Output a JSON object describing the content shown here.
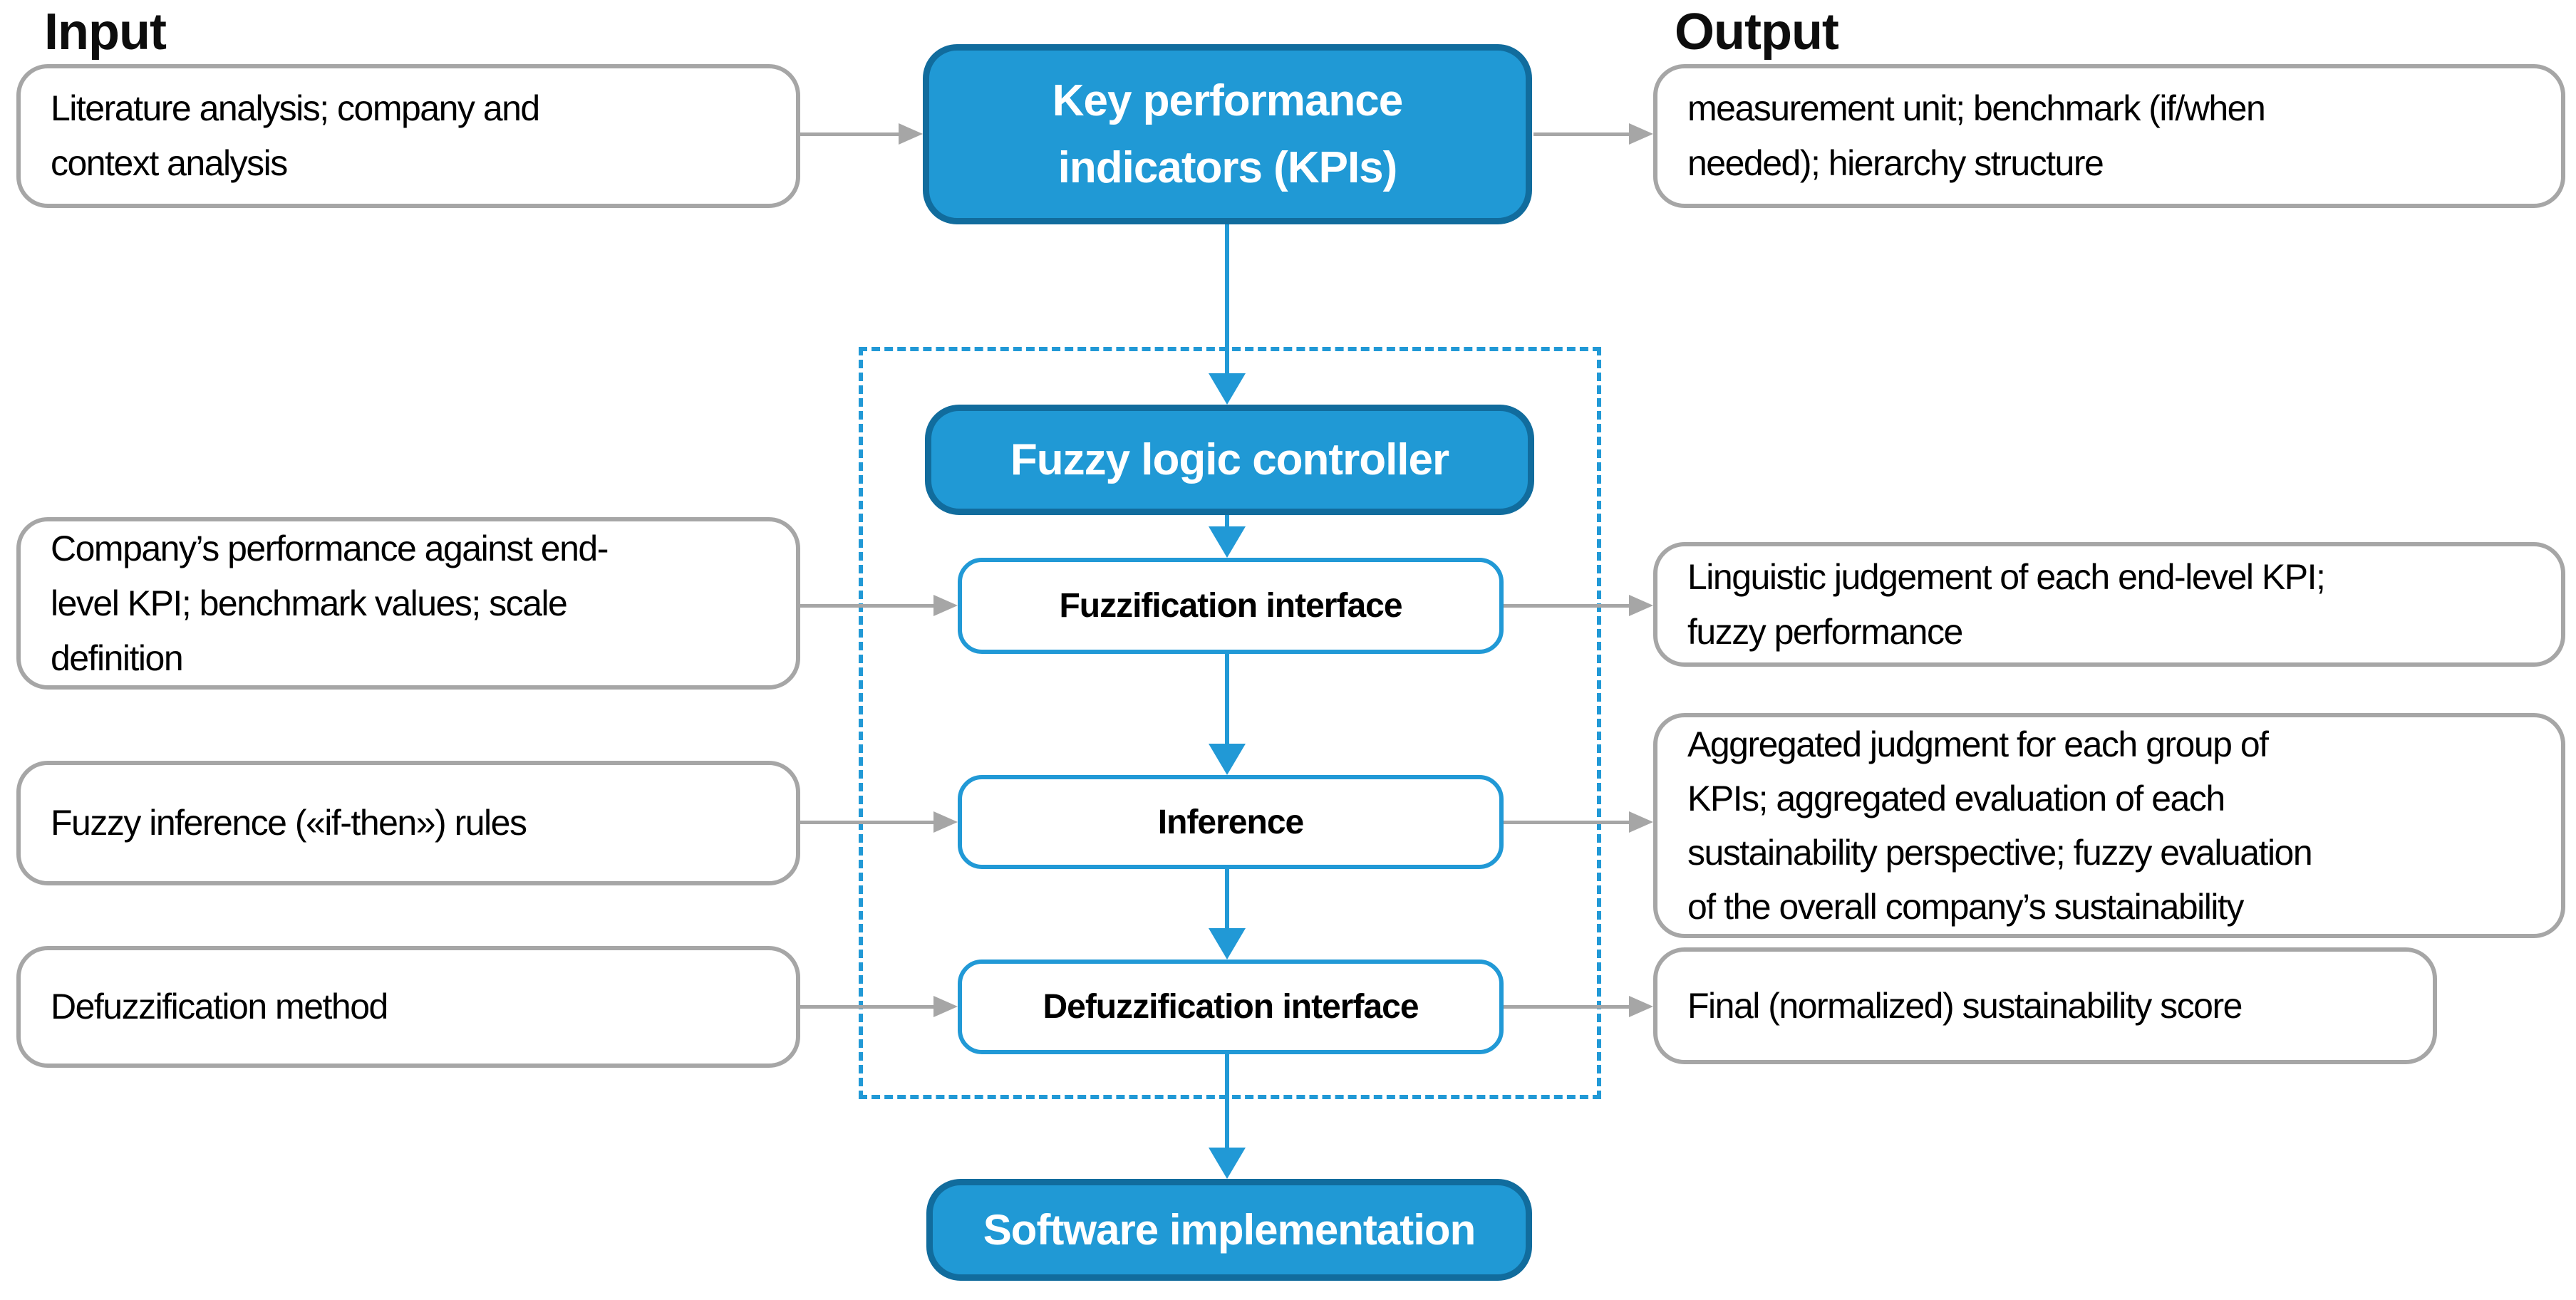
{
  "headings": {
    "input": "Input",
    "output": "Output"
  },
  "inputs": [
    {
      "lines": [
        "Literature analysis; company and",
        "context analysis"
      ]
    },
    {
      "lines": [
        "Company’s performance against end-",
        "level KPI; benchmark values; scale",
        "definition"
      ]
    },
    {
      "lines": [
        "Fuzzy inference («if-then») rules"
      ]
    },
    {
      "lines": [
        "Defuzzification method"
      ]
    }
  ],
  "process": {
    "kpi": {
      "lines": [
        "Key performance",
        "indicators (KPIs)"
      ]
    },
    "controller": {
      "lines": [
        "Fuzzy logic controller"
      ]
    },
    "fuzzification": {
      "lines": [
        "Fuzzification interface"
      ]
    },
    "inference": {
      "lines": [
        "Inference"
      ]
    },
    "defuzzification": {
      "lines": [
        "Defuzzification interface"
      ]
    },
    "software": {
      "lines": [
        "Software implementation"
      ]
    }
  },
  "outputs": [
    {
      "lines": [
        "measurement unit; benchmark (if/when",
        "needed); hierarchy structure"
      ]
    },
    {
      "lines": [
        "Linguistic judgement of each end-level KPI;",
        "fuzzy performance"
      ]
    },
    {
      "lines": [
        "Aggregated judgment for each group of",
        "KPIs; aggregated evaluation of each",
        "sustainability perspective; fuzzy evaluation",
        "of the overall company’s sustainability"
      ]
    },
    {
      "lines": [
        "Final (normalized) sustainability score"
      ]
    }
  ],
  "colors": {
    "accent_blue": "#2199D6",
    "fill_blue": "#2099D5",
    "dark_blue_border": "#116C9D",
    "gray": "#A6A6A6",
    "text": "#000000"
  }
}
